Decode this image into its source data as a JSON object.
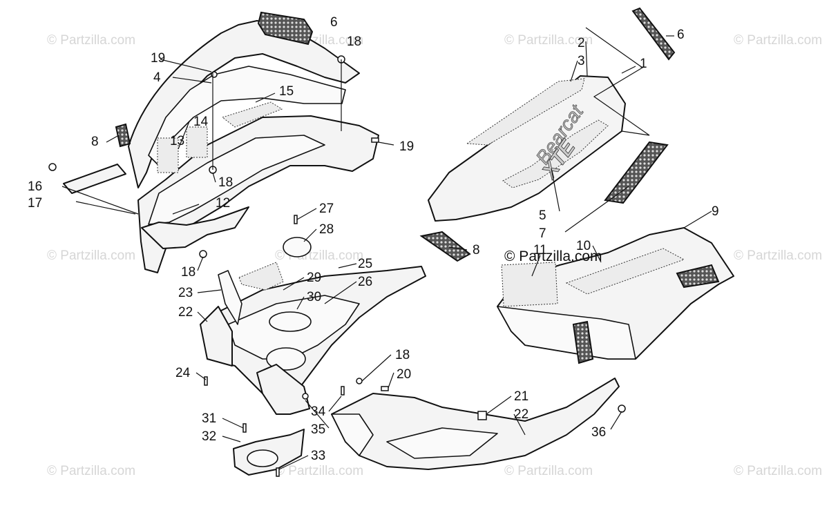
{
  "watermark": {
    "text": "© Partzilla.com",
    "center_text": "© Partzilla.com"
  },
  "callouts": {
    "c1": "1",
    "c2": "2",
    "c3": "3",
    "c4": "4",
    "c5": "5",
    "c6a": "6",
    "c6b": "6",
    "c7": "7",
    "c8a": "8",
    "c8b": "8",
    "c9": "9",
    "c10": "10",
    "c11": "11",
    "c12": "12",
    "c13": "13",
    "c14": "14",
    "c15": "15",
    "c16": "16",
    "c17": "17",
    "c18a": "18",
    "c18b": "18",
    "c18c": "18",
    "c18d": "18",
    "c19a": "19",
    "c19b": "19",
    "c20": "20",
    "c21": "21",
    "c22a": "22",
    "c22b": "22",
    "c23": "23",
    "c24": "24",
    "c25": "25",
    "c26": "26",
    "c27": "27",
    "c28": "28",
    "c29": "29",
    "c30": "30",
    "c31": "31",
    "c32": "32",
    "c33": "33",
    "c34": "34",
    "c35": "35",
    "c36": "36"
  },
  "decal_text": {
    "brand": "Bearcat",
    "model": "XTE"
  }
}
